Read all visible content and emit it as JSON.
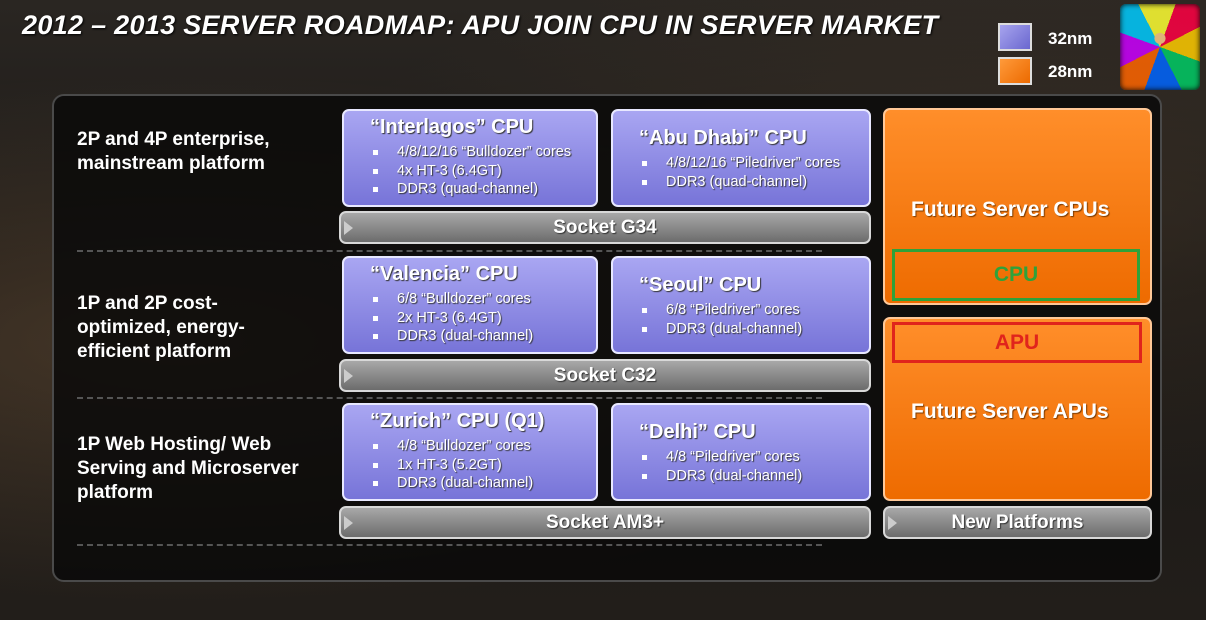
{
  "title": "2012 – 2013 SERVER ROADMAP: APU JOIN CPU IN SERVER MARKET",
  "legend": [
    {
      "label": "32nm",
      "color": "#8886e0"
    },
    {
      "label": "28nm",
      "color": "#f57a10"
    }
  ],
  "rows": [
    {
      "label_lines": [
        "2P and 4P enterprise,",
        "mainstream platform"
      ]
    },
    {
      "label_lines": [
        "1P and 2P cost-",
        "optimized, energy-",
        "efficient platform"
      ]
    },
    {
      "label_lines": [
        "1P Web Hosting/ Web",
        "Serving and Microserver",
        "platform"
      ]
    }
  ],
  "cpus": [
    {
      "name": "“Interlagos” CPU",
      "bullets": [
        "4/8/12/16 “Bulldozer” cores",
        "4x HT-3 (6.4GT)",
        "DDR3 (quad-channel)"
      ]
    },
    {
      "name": "“Abu Dhabi” CPU",
      "bullets": [
        "4/8/12/16 “Piledriver” cores",
        "DDR3 (quad-channel)"
      ]
    },
    {
      "name": "“Valencia” CPU",
      "bullets": [
        "6/8 “Bulldozer” cores",
        "2x HT-3 (6.4GT)",
        "DDR3 (dual-channel)"
      ]
    },
    {
      "name": "“Seoul” CPU",
      "bullets": [
        "6/8 “Piledriver” cores",
        "DDR3 (dual-channel)"
      ]
    },
    {
      "name": "“Zurich” CPU (Q1)",
      "bullets": [
        "4/8 “Bulldozer” cores",
        "1x HT-3 (5.2GT)",
        "DDR3 (dual-channel)"
      ]
    },
    {
      "name": "“Delhi” CPU",
      "bullets": [
        "4/8 “Piledriver” cores",
        "DDR3 (dual-channel)"
      ]
    }
  ],
  "sockets": [
    "Socket G34",
    "Socket C32",
    "Socket AM3+"
  ],
  "future": {
    "cpus_label": "Future Server CPUs",
    "cpu_tag": "CPU",
    "apu_tag": "APU",
    "apus_label": "Future Server APUs",
    "platforms_label": "New Platforms"
  },
  "colors": {
    "cpu_highlight": "#2fa23a",
    "apu_highlight": "#e0241c"
  }
}
